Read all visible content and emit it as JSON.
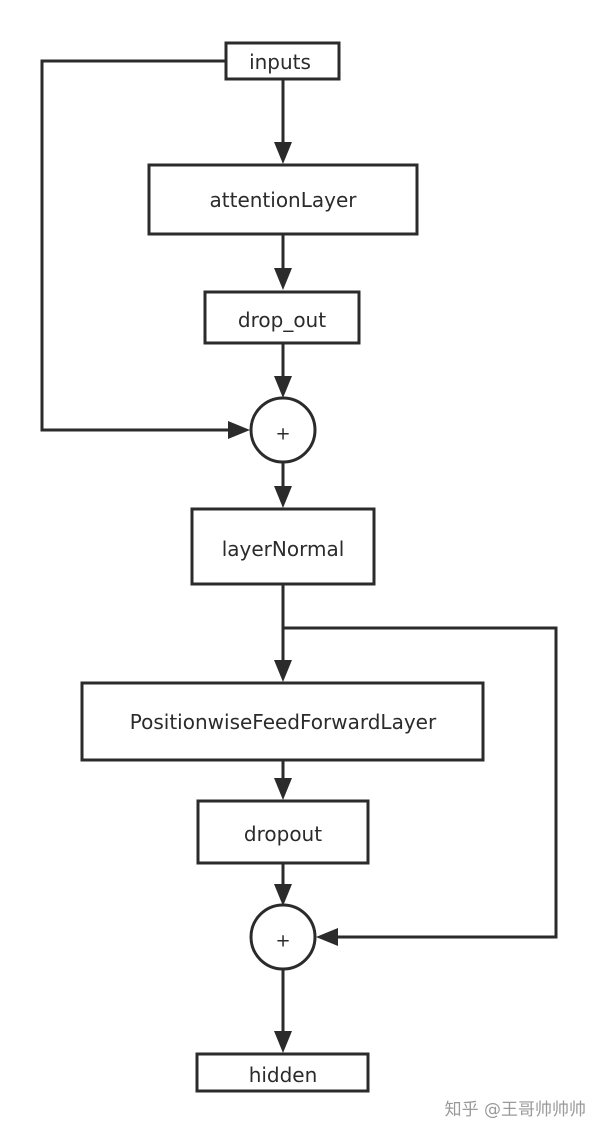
{
  "nodes": {
    "inputs": "inputs",
    "attention": "attentionLayer",
    "dropout1": "drop_out",
    "add1": "+",
    "layernorm": "layerNormal",
    "ffn": "PositionwiseFeedForwardLayer",
    "dropout2": "dropout",
    "add2": "+",
    "hidden": "hidden"
  },
  "watermark": "知乎 @王哥帅帅帅",
  "colors": {
    "stroke": "#2b2b2b",
    "watermark": "#9a9a9a"
  }
}
